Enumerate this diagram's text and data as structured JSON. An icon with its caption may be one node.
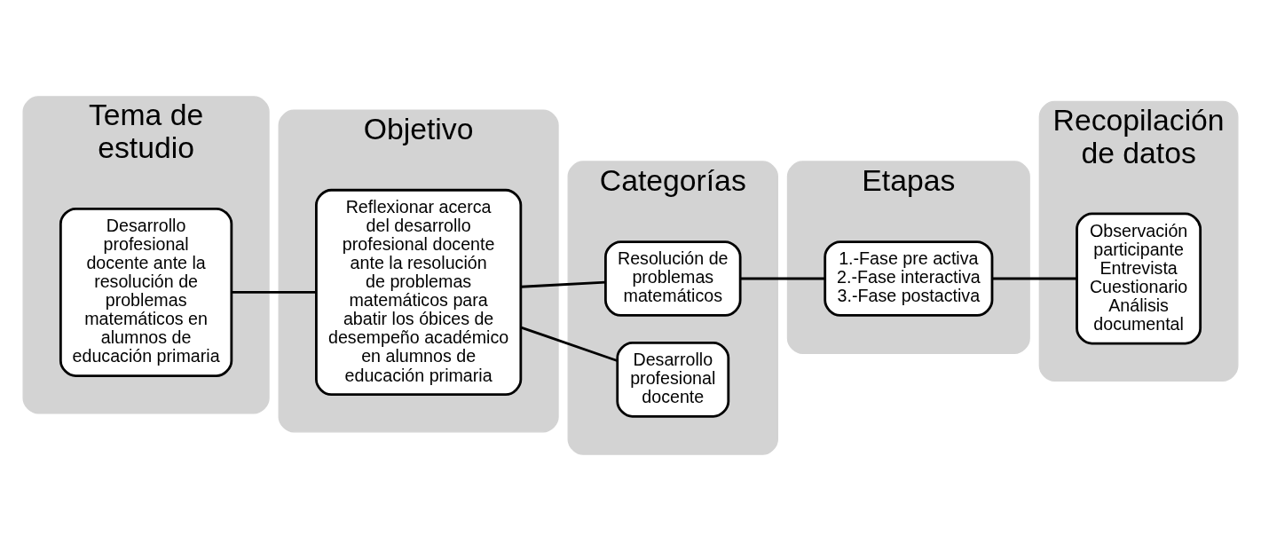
{
  "diagram": {
    "nodes": [
      {
        "text": [
          "Tema de estudio"
        ]
      },
      {
        "text": [
          "Desarrollo profesional docente ante la resolución de problemas matemáticos en alumnos de educación primaria"
        ],
        "in": 0
      },
      {
        "text": [
          "Objetivo"
        ]
      },
      {
        "text": [
          "Reflexionar acerca del desarrollo profesional docente ante la resolución de problemas matemáticos para abatir los óbices de desempeño académico en alumnos de educación primaria"
        ],
        "in": 2
      },
      {
        "text": [
          "Categorías"
        ]
      },
      {
        "text": [
          "Resolución de problemas matemáticos"
        ],
        "in": 4
      },
      {
        "text": [
          "Desarrollo profesional docente"
        ],
        "in": 4
      },
      {
        "text": [
          "Etapas"
        ]
      },
      {
        "text": [
          "1.-Fase pre activa",
          "2.-Fase interactiva",
          "3.-Fase postactiva"
        ],
        "in": 7
      },
      {
        "text": [
          "Recopilación de datos"
        ]
      },
      {
        "text": [
          "Observación participante",
          "Entrevista",
          "Cuestionario",
          "Análisis documental"
        ],
        "in": 9
      }
    ],
    "edges": [
      {
        "from": 1,
        "to": 3,
        "arrow": "none"
      },
      {
        "from": 3,
        "to": 5,
        "arrow": "none"
      },
      {
        "from": 3,
        "to": 6,
        "arrow": "none"
      },
      {
        "from": 5,
        "to": 8,
        "arrow": "none"
      },
      {
        "from": 8,
        "to": 10,
        "arrow": "none"
      }
    ]
  }
}
